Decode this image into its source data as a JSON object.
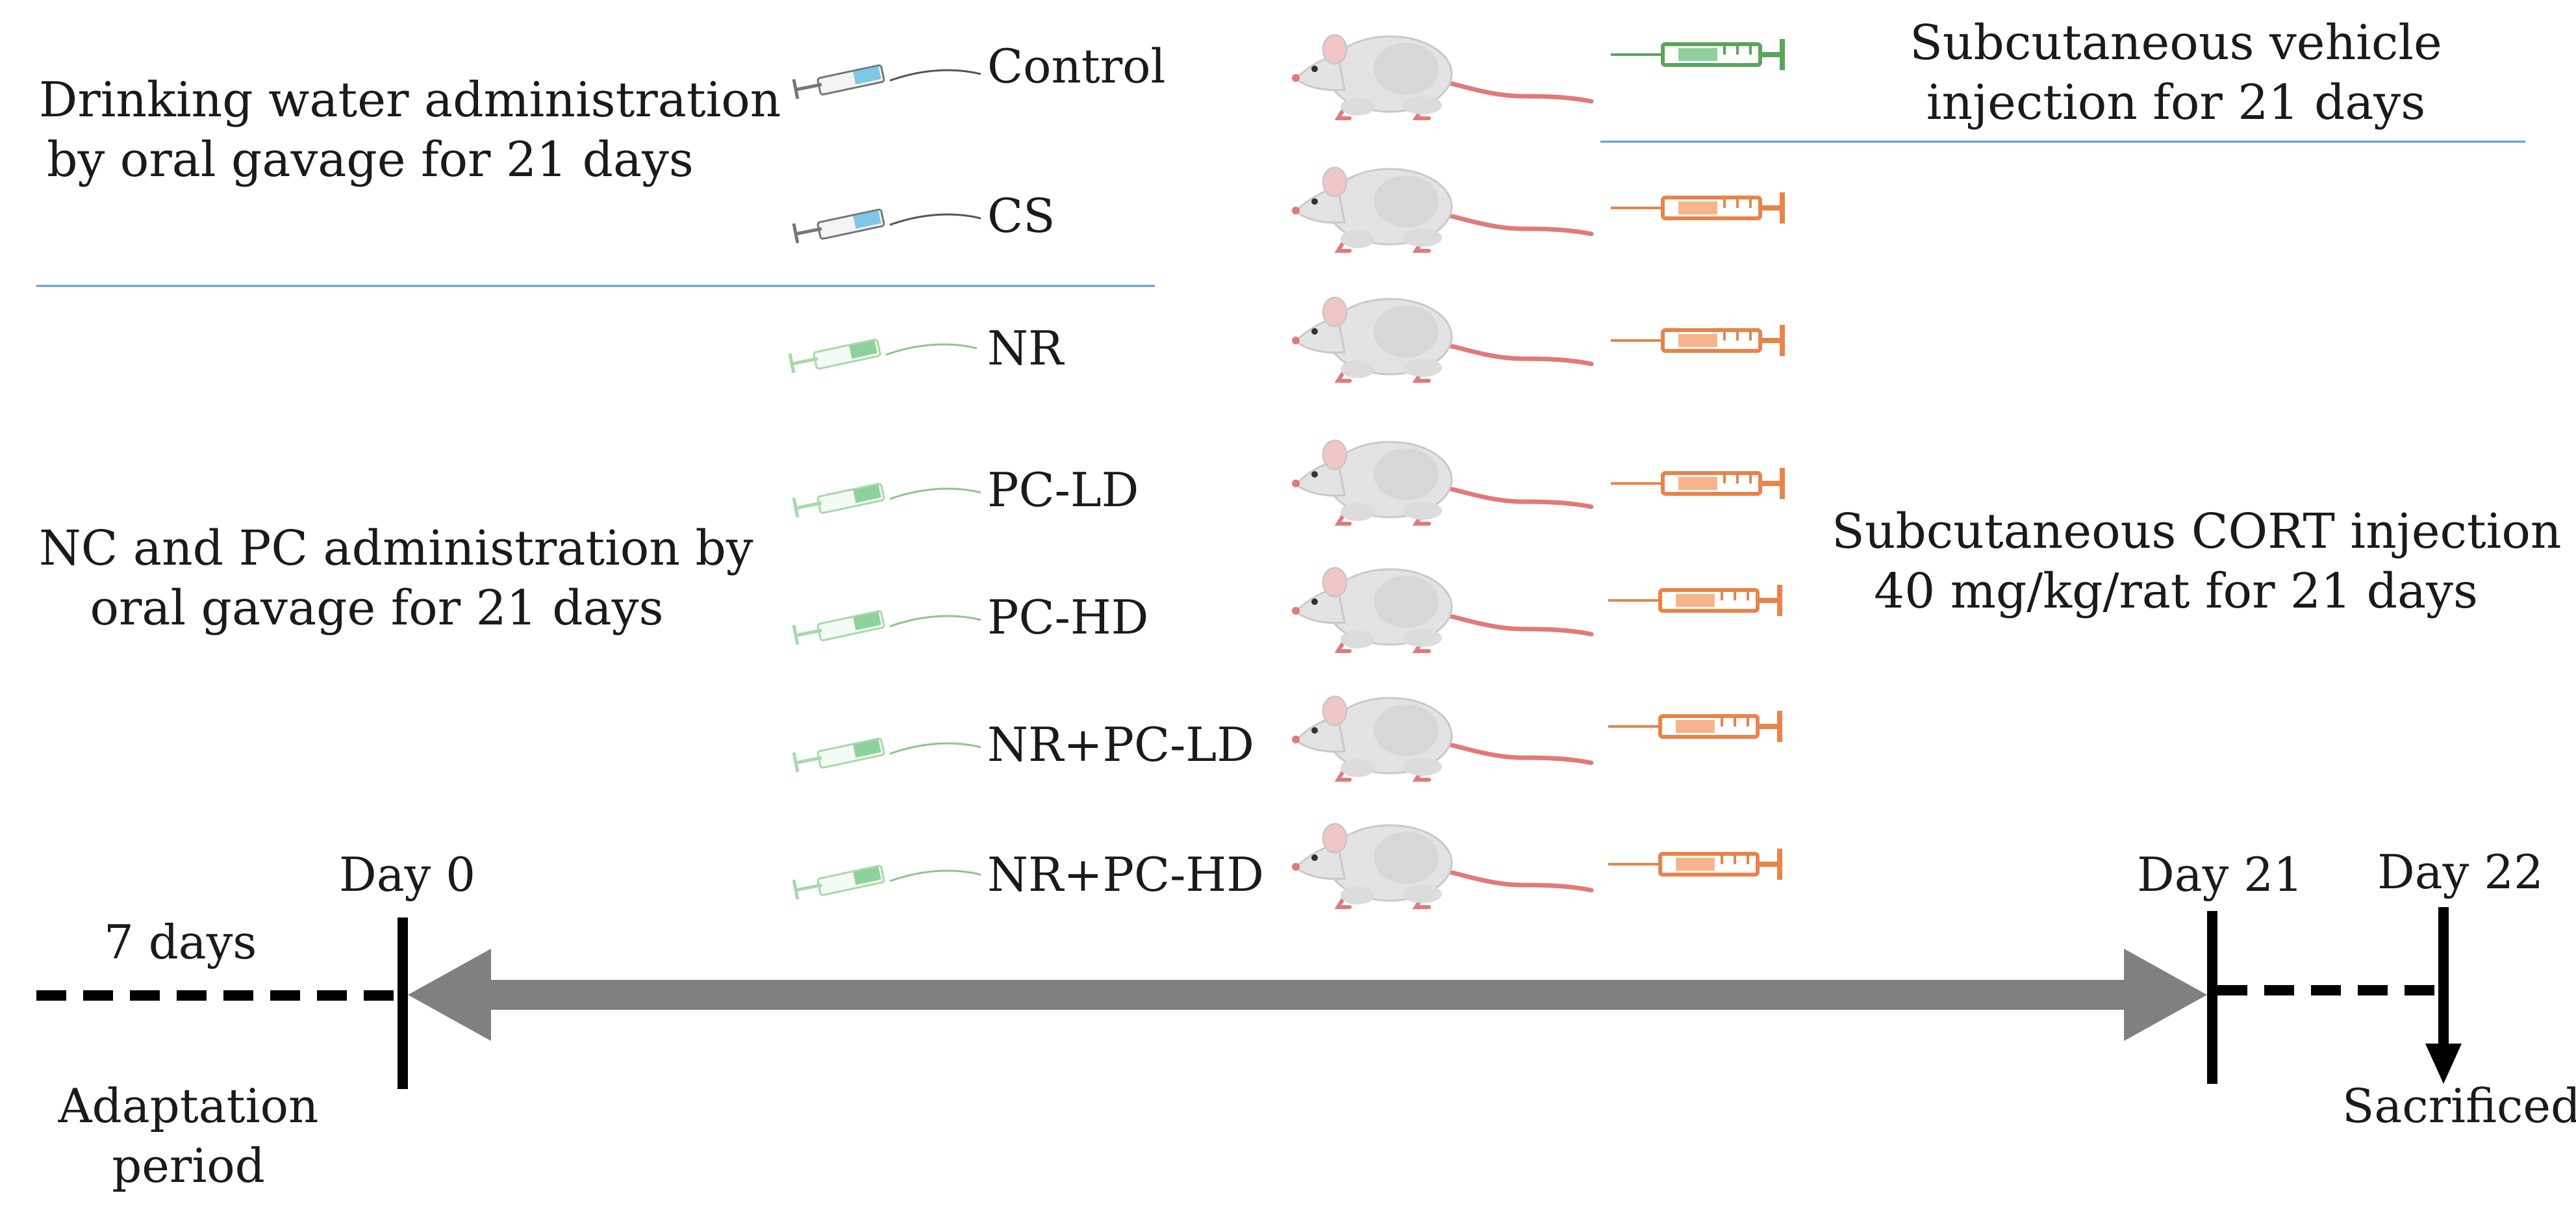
{
  "left_labels": {
    "water_line1": "Drinking water administration",
    "water_line2": "by oral gavage for 21 days",
    "ncpc_line1": "NC and PC administration by",
    "ncpc_line2": "oral gavage for 21 days"
  },
  "right_labels": {
    "vehicle_line1": "Subcutaneous vehicle",
    "vehicle_line2": "injection for 21 days",
    "cort_line1": "Subcutaneous CORT injection",
    "cort_line2": "40 mg/kg/rat for 21 days"
  },
  "groups": [
    {
      "label": "Control",
      "gavage": "blue",
      "injection": "green"
    },
    {
      "label": "CS",
      "gavage": "blue",
      "injection": "orange"
    },
    {
      "label": "NR",
      "gavage": "green",
      "injection": "orange"
    },
    {
      "label": "PC-LD",
      "gavage": "green",
      "injection": "orange"
    },
    {
      "label": "PC-HD",
      "gavage": "green",
      "injection": "orange"
    },
    {
      "label": "NR+PC-LD",
      "gavage": "green",
      "injection": "orange"
    },
    {
      "label": "NR+PC-HD",
      "gavage": "green",
      "injection": "orange"
    }
  ],
  "timeline": {
    "adaptation_days": "7 days",
    "adaptation_line1": "Adaptation",
    "adaptation_line2": "period",
    "day0": "Day 0",
    "day21": "Day 21",
    "day22": "Day 22",
    "sacrificed": "Sacrificed"
  },
  "colors": {
    "divider": "#5b9bd5",
    "timeline_arrow": "#808080",
    "gavage_blue": "#7ec8e3",
    "gavage_green": "#8fd19e",
    "syringe_green": "#5aa55a",
    "syringe_orange": "#e8834a",
    "rat_body": "#e3e3e3",
    "rat_tail": "#e07a7a"
  },
  "icons": [
    "gavage-syringe-icon",
    "rat-icon",
    "injection-syringe-icon",
    "down-arrow-icon"
  ]
}
